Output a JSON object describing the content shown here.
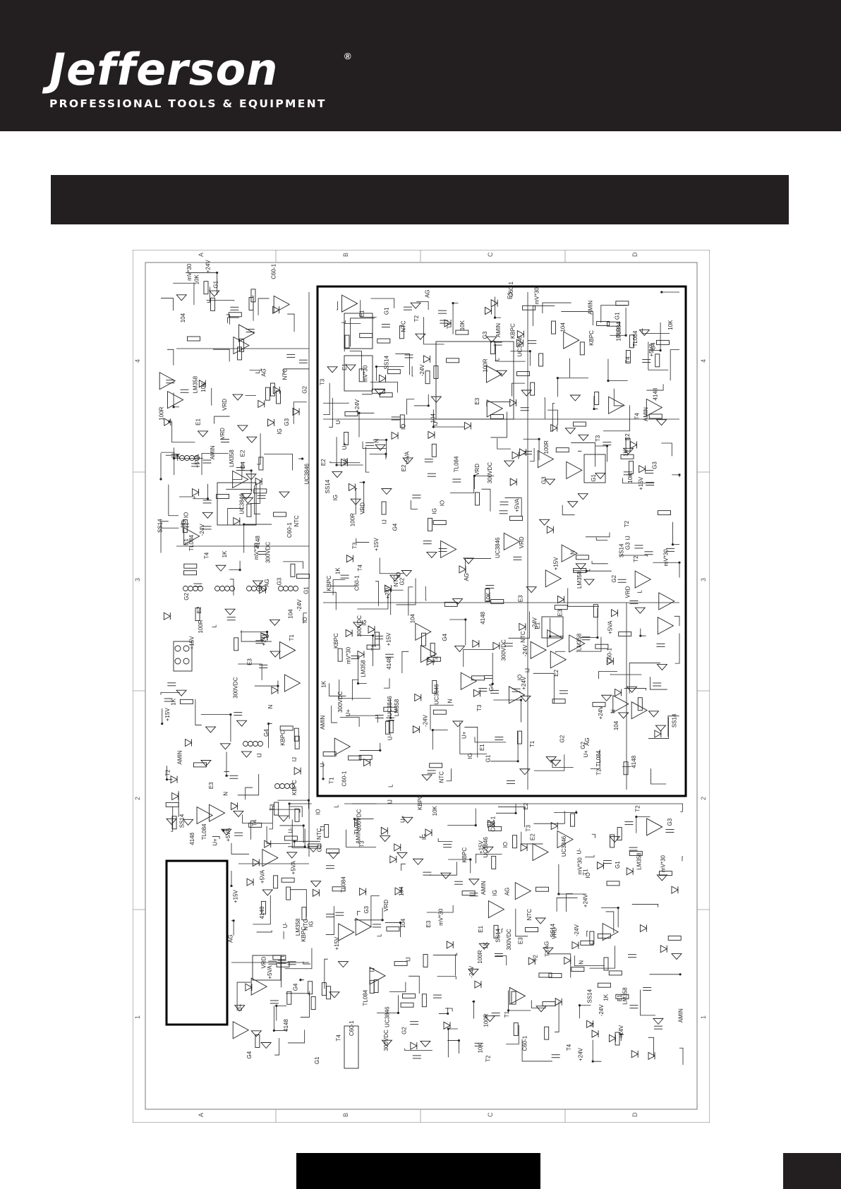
{
  "brand": {
    "name": "Jefferson",
    "registered": "®",
    "tagline": "PROFESSIONAL TOOLS & EQUIPMENT"
  },
  "schematic": {
    "grid_cols": [
      "A",
      "B",
      "C",
      "D"
    ],
    "grid_rows": [
      "4",
      "3",
      "2",
      "1"
    ],
    "labels": [
      "+15V",
      "+5VA",
      "-24V",
      "+24V",
      "300VDC",
      "AMIN",
      "NTC",
      "C60-1",
      "mV*30",
      "IO",
      "IJ",
      "IG",
      "VRD",
      "LM358",
      "TL084",
      "UC3846",
      "KBPC",
      "SS14",
      "4148",
      "100R",
      "10K",
      "1K",
      "104",
      "G1",
      "G2",
      "G3",
      "G4",
      "E1",
      "E2",
      "E3",
      "L",
      "N",
      "U+",
      "U-",
      "AG",
      "T1",
      "T2",
      "T3",
      "T4"
    ]
  },
  "colors": {
    "band": "#231f20",
    "line": "#111111",
    "paper": "#ffffff"
  }
}
